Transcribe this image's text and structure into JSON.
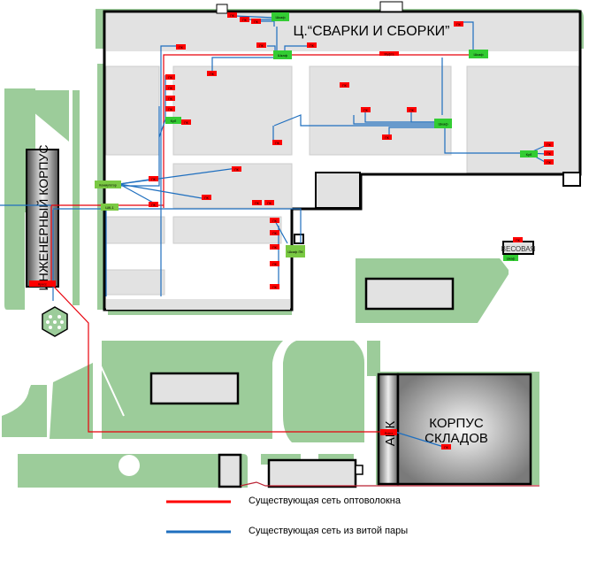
{
  "diagram": {
    "title": "Network map of plant site",
    "buildings": {
      "welding_assembly": "Ц.“СВАРКИ И СБОРКИ”",
      "engineering": "ИНЖЕНЕРНЫЙ КОРПУС",
      "warehouse": "КОРПУС СКЛАДОВ",
      "warehouse_line1": "КОРПУС",
      "warehouse_line2": "СКЛАДОВ",
      "admin": "АБК",
      "weighing": "ВЕСОВАЯ"
    },
    "nodes": {
      "pc": "ПК",
      "cabinet": "Шкаф",
      "switch": "Куб",
      "coupling": "Муфта",
      "commutator": "Коммутатор",
      "shk1": "ШК-1",
      "cabinet_pc": "Шкаф ПК",
      "cross": "Кросс"
    },
    "colors": {
      "fiber": "#e8000b",
      "twisted_pair": "#1f6fbf",
      "pc_box": "#ff0000",
      "cabinet_box": "#33cc33",
      "switch_box": "#7ac943",
      "grass": "#9ccc9a",
      "building_fill": "#e2e2e2"
    }
  },
  "legend": {
    "items": [
      {
        "label": "Существующая сеть оптоволокна",
        "color": "#ff0000"
      },
      {
        "label": "Существующая сеть из витой пары",
        "color": "#1f6fbf"
      }
    ]
  }
}
